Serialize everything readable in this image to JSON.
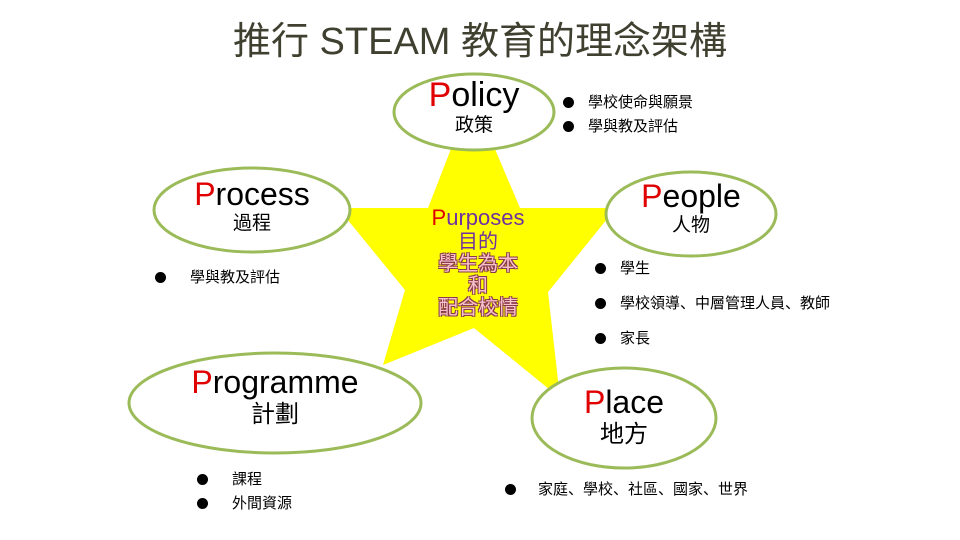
{
  "title": "推行 STEAM 教育的理念架構",
  "colors": {
    "star": "#ffff00",
    "ellipse_stroke": "#9bbb59",
    "initial": "#e00000",
    "purpose": "#7030a0",
    "pink": "#f6c2cc"
  },
  "center": {
    "initial": "P",
    "rest": "urposes",
    "zh": "目的",
    "line1": "學生為本",
    "line2": "和",
    "line3": "配合校情"
  },
  "nodes": {
    "policy": {
      "initial": "P",
      "rest": "olicy",
      "zh": "政策",
      "bullets": [
        "學校使命與願景",
        "學與教及評估"
      ]
    },
    "process": {
      "initial": "P",
      "rest": "rocess",
      "zh": "過程",
      "bullets": [
        "學與教及評估"
      ]
    },
    "people": {
      "initial": "P",
      "rest": "eople",
      "zh": "人物",
      "bullets": [
        "學生",
        "學校領導、中層管理人員、教師",
        "家長"
      ]
    },
    "programme": {
      "initial": "P",
      "rest": "rogramme",
      "zh": "計劃",
      "bullets": [
        "課程",
        "外間資源"
      ]
    },
    "place": {
      "initial": "P",
      "rest": "lace",
      "zh": "地方",
      "bullets": [
        "家庭、學校、社區、國家、世界"
      ]
    }
  }
}
